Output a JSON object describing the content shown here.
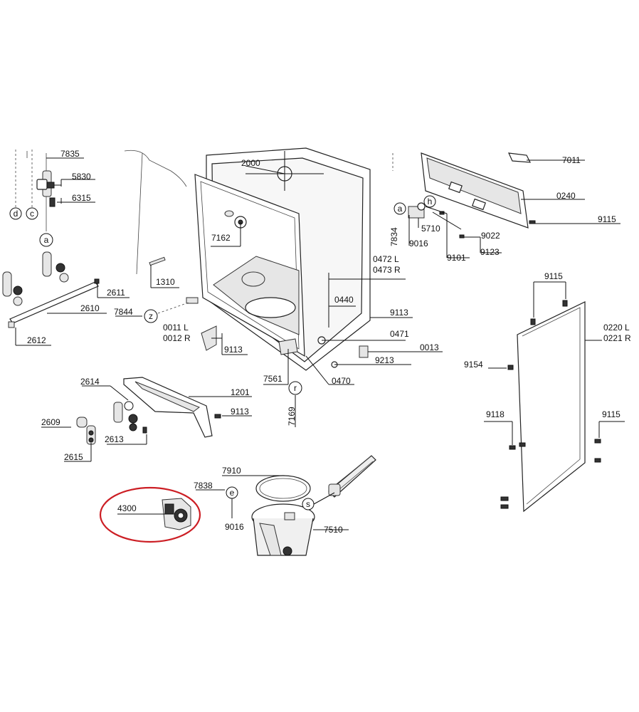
{
  "callouts": {
    "c7835": "7835",
    "c5830": "5830",
    "c6315": "6315",
    "c2611": "2611",
    "c2610": "2610",
    "c2612": "2612",
    "c2000": "2000",
    "c7162": "7162",
    "c1310": "1310",
    "c7844": "7844",
    "c0011": "0011 L",
    "c0012": "0012 R",
    "c9113a": "9113",
    "c0472": "0472 L",
    "c0473": "0473 R",
    "c0440": "0440",
    "c9113b": "9113",
    "c0471": "0471",
    "c0013": "0013",
    "c9213": "9213",
    "c7561": "7561",
    "c0470": "0470",
    "c7169": "7169",
    "c7011": "7011",
    "c0240": "0240",
    "c9115a": "9115",
    "c7834": "7834",
    "c5710": "5710",
    "c9022": "9022",
    "c9016a": "9016",
    "c9101": "9101",
    "c9123": "9123",
    "c9115b": "9115",
    "c0220": "0220 L",
    "c0221": "0221 R",
    "c9154": "9154",
    "c9118": "9118",
    "c9115c": "9115",
    "c2614": "2614",
    "c1201": "1201",
    "c9113c": "9113",
    "c2609": "2609",
    "c2613": "2613",
    "c2615": "2615",
    "c7910": "7910",
    "c7838": "7838",
    "c9016b": "9016",
    "c7510": "7510",
    "c4300": "4300"
  },
  "markers": {
    "d": "d",
    "c": "c",
    "a": "a",
    "a2": "a",
    "h": "h",
    "z": "z",
    "r": "r",
    "e": "e",
    "s": "s"
  },
  "highlight_color": "#cc1e24"
}
